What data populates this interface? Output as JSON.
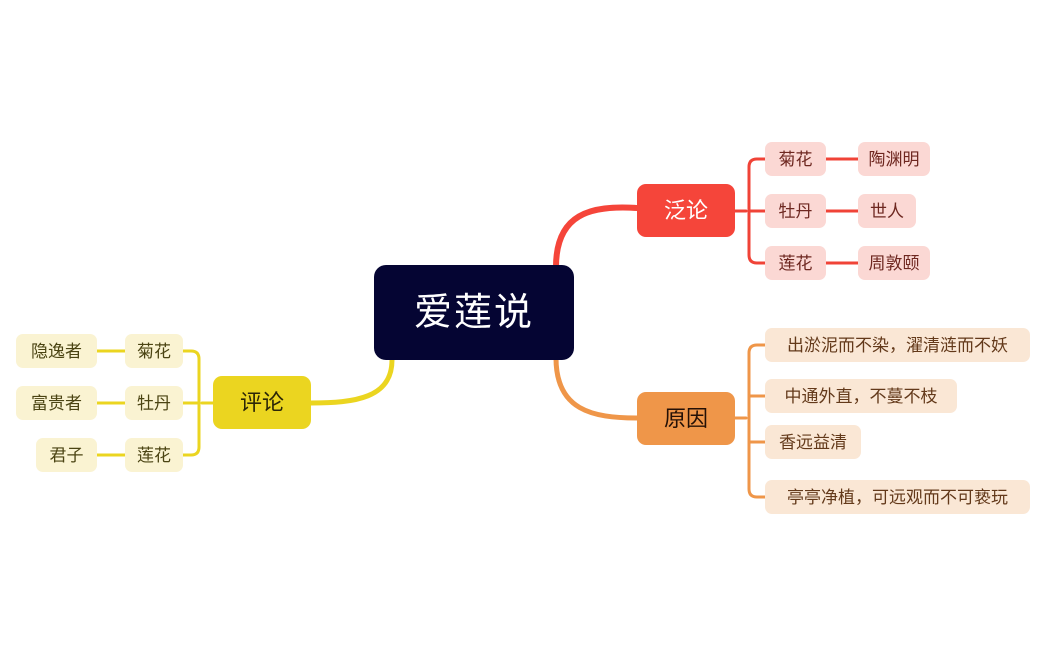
{
  "diagram": {
    "type": "mind-map",
    "background": "#ffffff",
    "root": {
      "label": "爱莲说",
      "fill": "#050533",
      "text_color": "#ffffff"
    },
    "branches": [
      {
        "id": "fanlun",
        "label": "泛论",
        "fill": "#F5453A",
        "text_color": "#ffffff",
        "leaf_fill": "#FBD8D4",
        "leaf_text": "#6E2720",
        "side": "right",
        "children": [
          {
            "label": "菊花",
            "detail": "陶渊明"
          },
          {
            "label": "牡丹",
            "detail": "世人"
          },
          {
            "label": "莲花",
            "detail": "周敦颐"
          }
        ]
      },
      {
        "id": "yuanyin",
        "label": "原因",
        "fill": "#EF9649",
        "text_color": "#241006",
        "leaf_fill": "#FAE7D5",
        "leaf_text": "#63391A",
        "side": "right",
        "children": [
          {
            "label": "出淤泥而不染，濯清涟而不妖"
          },
          {
            "label": "中通外直，不蔓不枝"
          },
          {
            "label": "香远益清"
          },
          {
            "label": "亭亭净植，可远观而不可亵玩"
          }
        ]
      },
      {
        "id": "pinglun",
        "label": "评论",
        "fill": "#EBD520",
        "text_color": "#2b2607",
        "leaf_fill": "#FAF3D2",
        "leaf_text": "#4B4413",
        "side": "left",
        "children": [
          {
            "label": "菊花",
            "detail": "隐逸者"
          },
          {
            "label": "牡丹",
            "detail": "富贵者"
          },
          {
            "label": "莲花",
            "detail": "君子"
          }
        ]
      }
    ]
  }
}
